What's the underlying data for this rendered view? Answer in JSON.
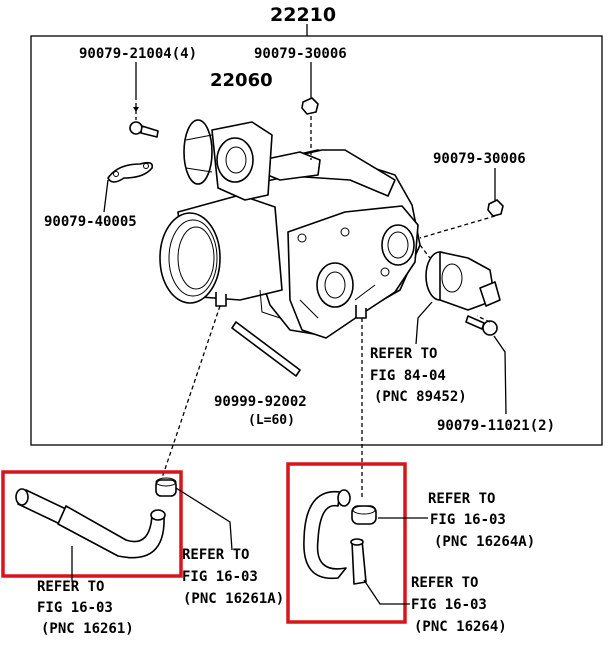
{
  "assembly": {
    "number": "22210"
  },
  "parts": {
    "p22060": "22060",
    "p90079_21004": "90079-21004(4)",
    "p90079_30006_top": "90079-30006",
    "p90079_30006_right": "90079-30006",
    "p90079_40005": "90079-40005",
    "p90999_92002": "90999-92002",
    "p90999_92002_note": "(L=60)",
    "p90079_11021": "90079-11021(2)"
  },
  "refs": {
    "ref_89452": {
      "l1": "REFER TO",
      "l2": "FIG 84-04",
      "l3": "(PNC 89452)"
    },
    "ref_16261": {
      "l1": "REFER TO",
      "l2": "FIG 16-03",
      "l3": "(PNC 16261)"
    },
    "ref_16261A": {
      "l1": "REFER TO",
      "l2": "FIG 16-03",
      "l3": "(PNC 16261A)"
    },
    "ref_16264A": {
      "l1": "REFER TO",
      "l2": "FIG 16-03",
      "l3": "(PNC 16264A)"
    },
    "ref_16264": {
      "l1": "REFER TO",
      "l2": "FIG 16-03",
      "l3": "(PNC 16264)"
    }
  },
  "colors": {
    "highlight": "#d8141c",
    "ink": "#000000",
    "background": "#ffffff"
  }
}
